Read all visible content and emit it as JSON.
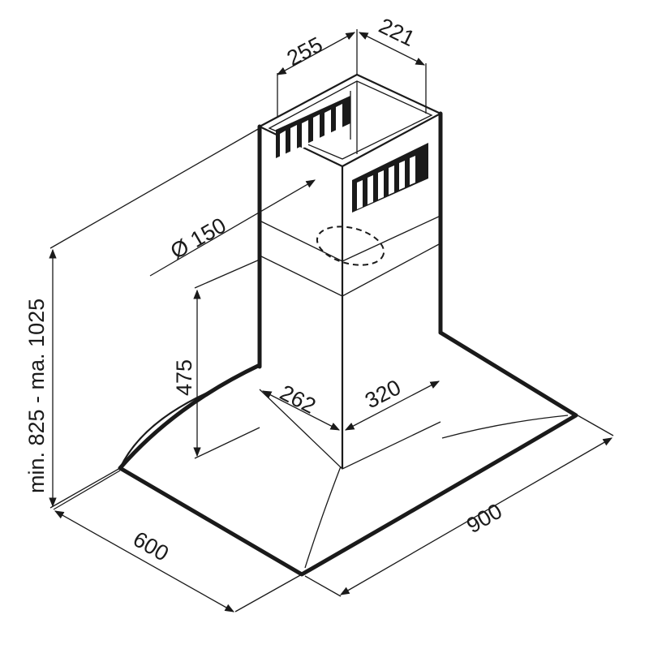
{
  "dimensions": {
    "chimney_width": "255",
    "chimney_depth": "221",
    "outlet_diameter": "Ø 150",
    "height_vertical": "475",
    "lower_chimney_depth": "262",
    "lower_chimney_width": "320",
    "total_height": "min. 825 - ma. 1025",
    "hood_depth": "600",
    "hood_width": "900"
  },
  "colors": {
    "line": "#1a1a1a",
    "background": "#ffffff"
  }
}
